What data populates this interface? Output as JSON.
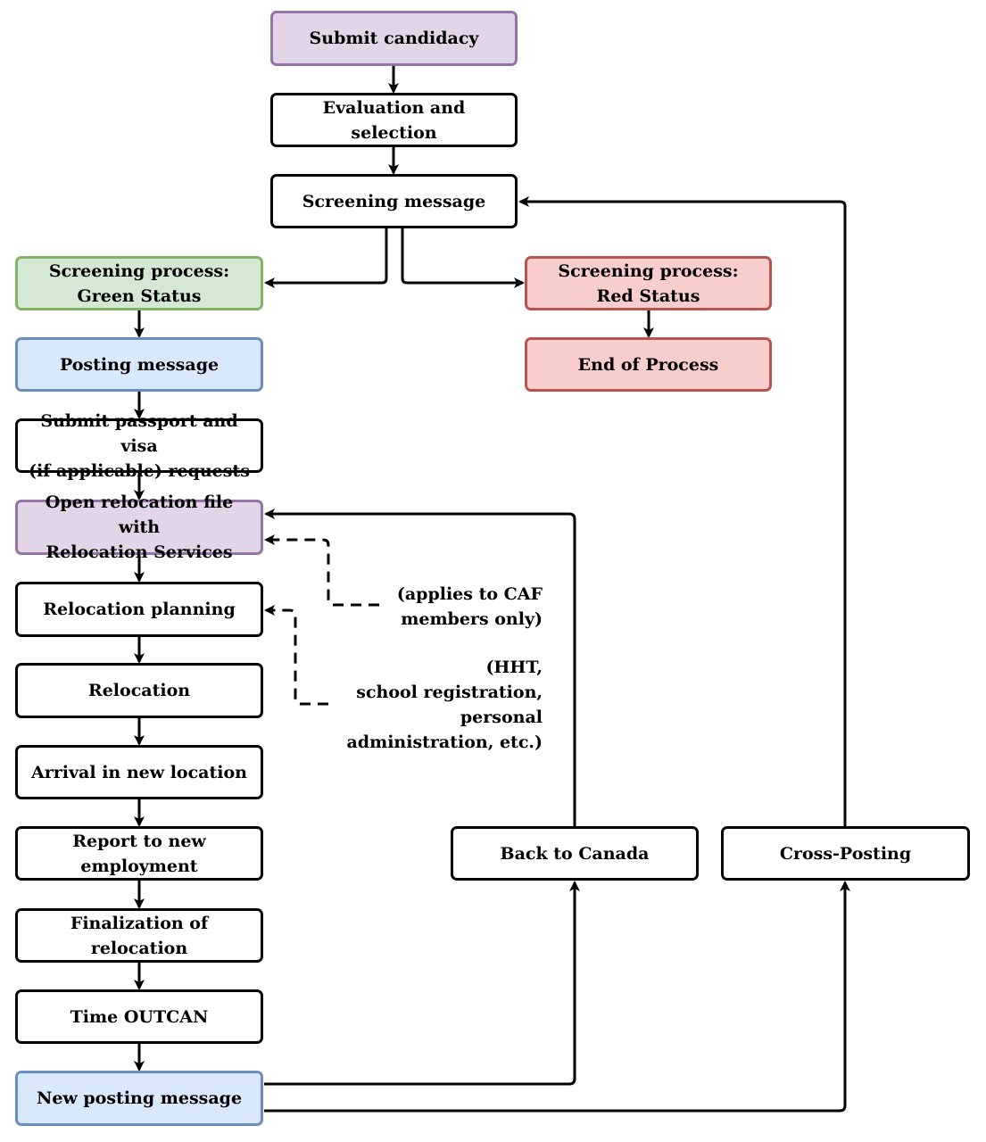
{
  "nodes": {
    "submit_candidacy": "Submit candidacy",
    "evaluation": "Evaluation and selection",
    "screening_message": "Screening message",
    "green_status": "Screening process:\nGreen Status",
    "red_status": "Screening process:\nRed Status",
    "end_of_process": "End of Process",
    "posting_message": "Posting message",
    "passport_visa": "Submit passport and visa\n(if applicable) requests",
    "open_relocation": "Open relocation file with\nRelocation Services",
    "relocation_planning": "Relocation planning",
    "relocation": "Relocation",
    "arrival": "Arrival in new location",
    "report_employment": "Report to new\nemployment",
    "finalization": "Finalization of relocation",
    "time_outcan": "Time OUTCAN",
    "new_posting_message": "New posting message",
    "back_to_canada": "Back to Canada",
    "cross_posting": "Cross-Posting"
  },
  "notes": {
    "caf_members": "(applies to CAF\nmembers only)",
    "hht": "(HHT,\nschool registration,\npersonal\nadministration, etc.)"
  },
  "colors": {
    "purple_fill": "#e1d5e7",
    "purple_stroke": "#9673a6",
    "green_fill": "#d5e8d4",
    "green_stroke": "#82b366",
    "red_fill": "#f8cecc",
    "red_stroke": "#b85450",
    "blue_fill": "#dae8fc",
    "blue_stroke": "#6c8ebf"
  }
}
